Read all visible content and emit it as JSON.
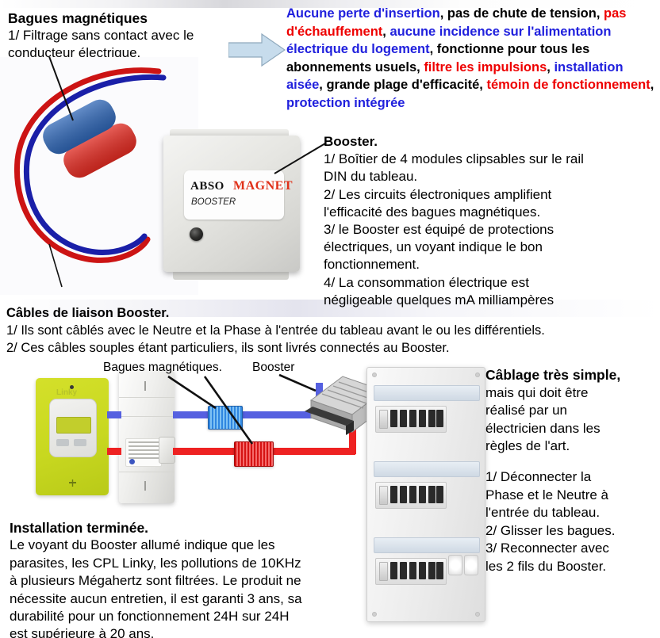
{
  "rings_section": {
    "title": "Bagues magnétiques",
    "lines": [
      "1/ Filtrage sans contact avec le",
      "conducteur électrique."
    ]
  },
  "features": {
    "segments": [
      {
        "text": "Aucune perte d'insertion",
        "color": "blue"
      },
      {
        "text": ", ",
        "color": "black"
      },
      {
        "text": "pas de chute de tension,",
        "color": "black"
      },
      {
        "text": " ",
        "color": "black"
      },
      {
        "text": "pas d'échauffement",
        "color": "red"
      },
      {
        "text": ", ",
        "color": "black"
      },
      {
        "text": "aucune incidence sur l'alimentation électrique du logement",
        "color": "blue"
      },
      {
        "text": ", ",
        "color": "black"
      },
      {
        "text": "fonctionne pour tous les abonnements usuels,",
        "color": "black"
      },
      {
        "text": " ",
        "color": "black"
      },
      {
        "text": "filtre les impulsions",
        "color": "red"
      },
      {
        "text": ", ",
        "color": "black"
      },
      {
        "text": "installation aisée",
        "color": "blue"
      },
      {
        "text": ", ",
        "color": "black"
      },
      {
        "text": "grande plage d'efficacité,",
        "color": "black"
      },
      {
        "text": " ",
        "color": "black"
      },
      {
        "text": "témoin de fonctionnement",
        "color": "red"
      },
      {
        "text": ", ",
        "color": "black"
      },
      {
        "text": "protection intégrée",
        "color": "blue"
      }
    ],
    "colors": {
      "blue": "#2020dd",
      "red": "#ee0000",
      "black": "#000000"
    }
  },
  "booster_section": {
    "title": "Booster.",
    "lines": [
      "1/ Boîtier de 4 modules clipsables sur le rail",
      "DIN du tableau.",
      "2/ Les circuits électroniques amplifient",
      "l'efficacité des bagues magnétiques.",
      "3/ le Booster est équipé de protections",
      "électriques, un voyant indique le bon",
      "fonctionnement.",
      "4/ La consommation électrique est",
      "négligeable quelques mA milliampères"
    ]
  },
  "cables_section": {
    "title": "Câbles de liaison Booster.",
    "lines": [
      "1/ Ils sont câblés avec le Neutre et la Phase à l'entrée du tableau avant le ou les différentiels.",
      "2/ Ces câbles souples étant particuliers, ils sont livrés connectés au Booster."
    ]
  },
  "install_section": {
    "title": "Installation terminée.",
    "lines": [
      "Le voyant du Booster allumé indique que les",
      "parasites, les CPL Linky, les pollutions de 10KHz",
      "à plusieurs Mégahertz sont filtrées. Le produit ne",
      "nécessite aucun entretien, il est garanti 3 ans, sa",
      "durabilité pour un fonctionnement 24H sur 24H",
      "est supérieure à 20 ans."
    ]
  },
  "wiring_section": {
    "title": "Câblage très simple,",
    "lines": [
      "mais qui doit être",
      "réalisé par un",
      "électricien dans les",
      "règles de l'art."
    ],
    "steps": [
      "1/ Déconnecter la",
      "Phase et le Neutre à",
      "l'entrée du tableau.",
      "2/ Glisser les bagues.",
      "3/ Reconnecter avec",
      "les 2 fils du Booster."
    ]
  },
  "diagram_labels": {
    "rings": "Bagues magnétiques.",
    "booster": "Booster",
    "meter_brand": "Linky"
  },
  "product_label": {
    "brand_first": "ABSO",
    "brand_second": "MAGNET",
    "model": "BOOSTER",
    "brand_second_color": "#e03018"
  }
}
